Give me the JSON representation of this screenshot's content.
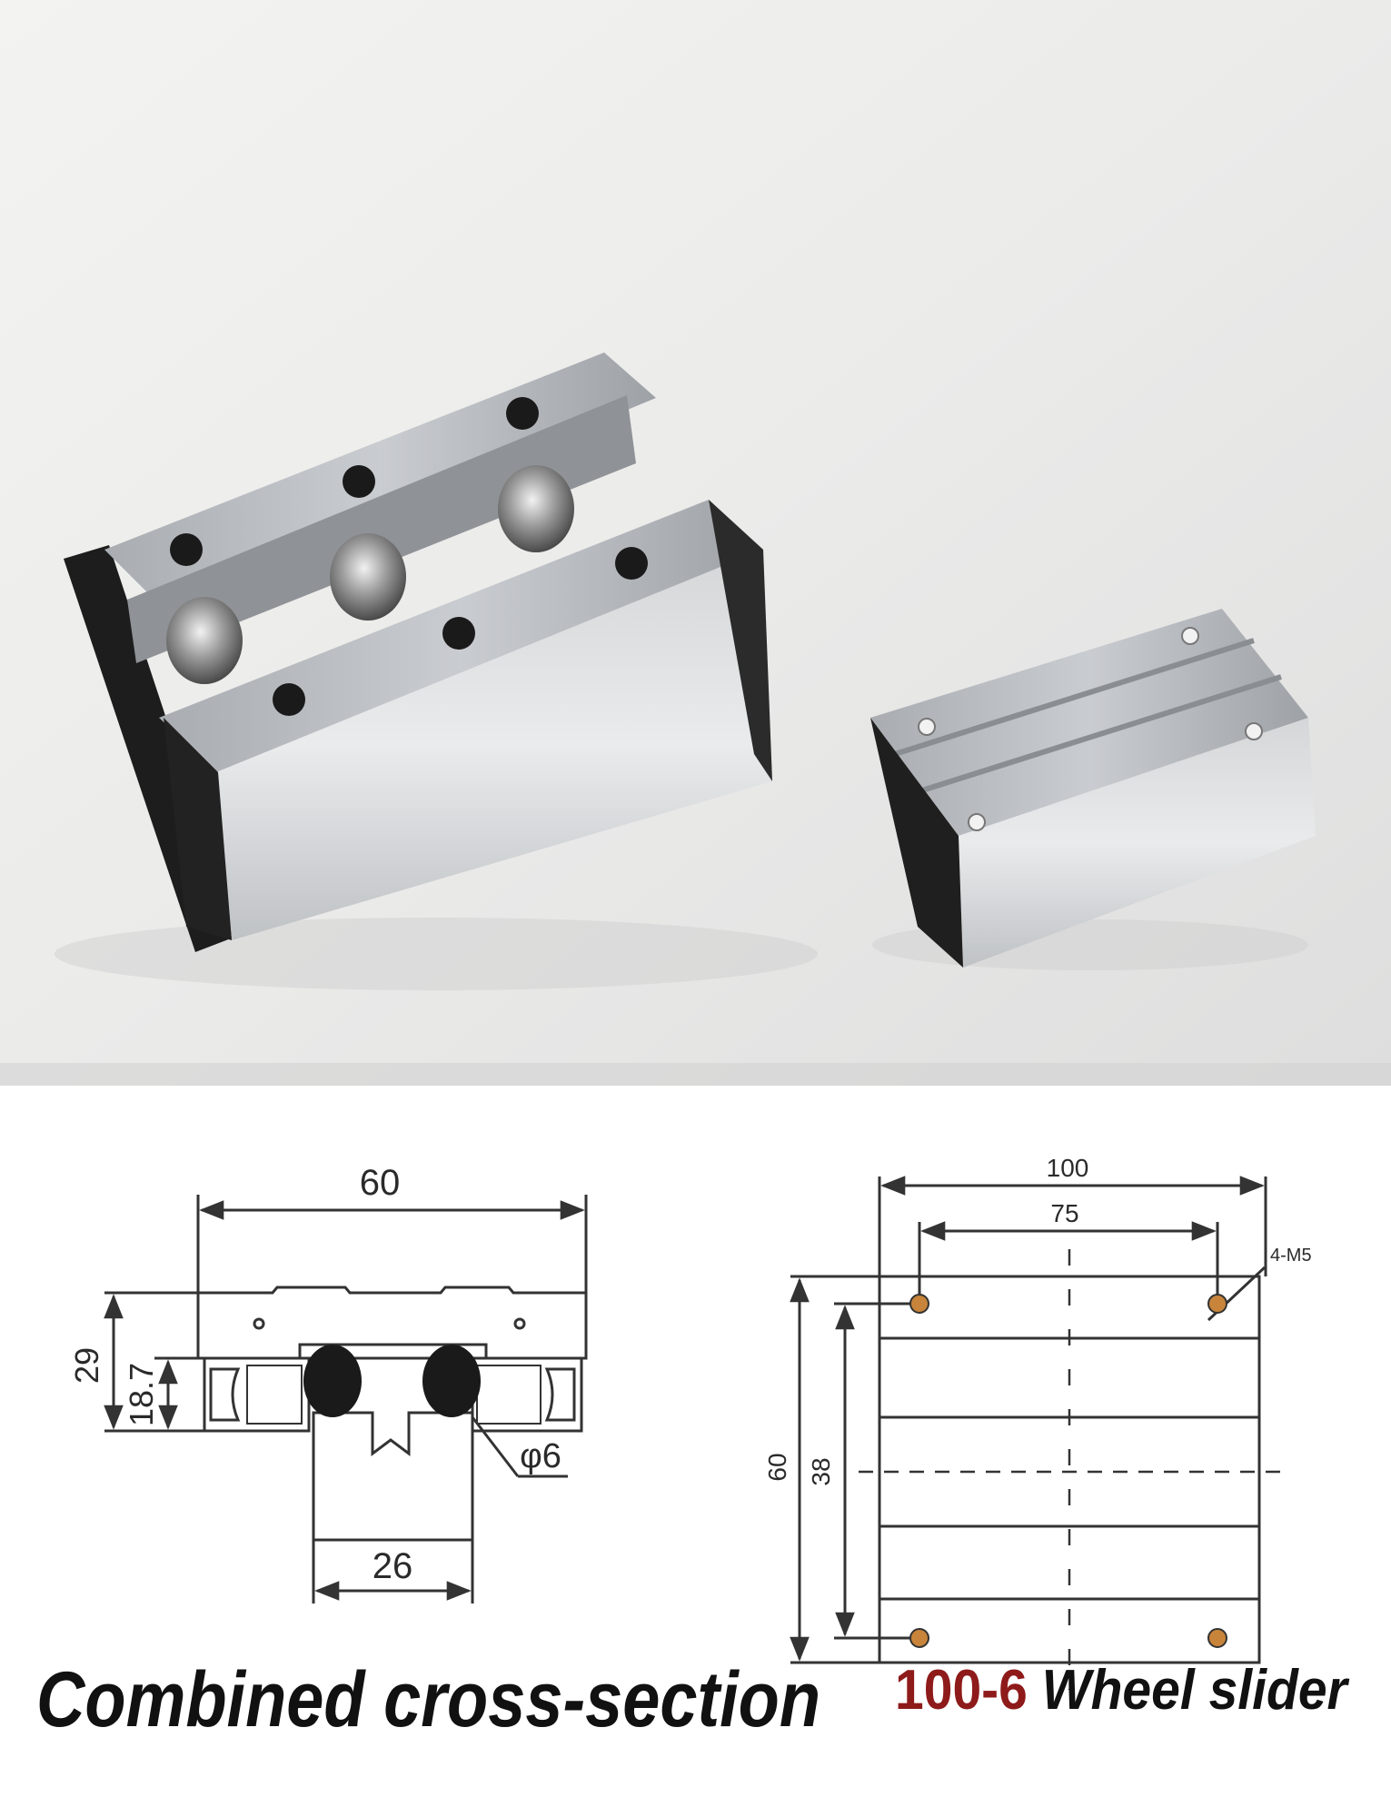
{
  "left_drawing": {
    "dim_width": "60",
    "dim_height_total": "29",
    "dim_height_inner": "18.7",
    "dim_rail_width": "26",
    "dim_wheel_diameter": "φ6"
  },
  "right_drawing": {
    "dim_length": "100",
    "dim_hole_spacing_x": "75",
    "dim_width": "60",
    "dim_hole_spacing_y": "38",
    "hole_label": "4-M5"
  },
  "captions": {
    "left": "Combined cross-section",
    "right_code": "100-6",
    "right_text": "Wheel slider"
  },
  "colors": {
    "caption_code": "#8e1a1a",
    "line": "#333333",
    "hole_fill": "#c8843a"
  }
}
